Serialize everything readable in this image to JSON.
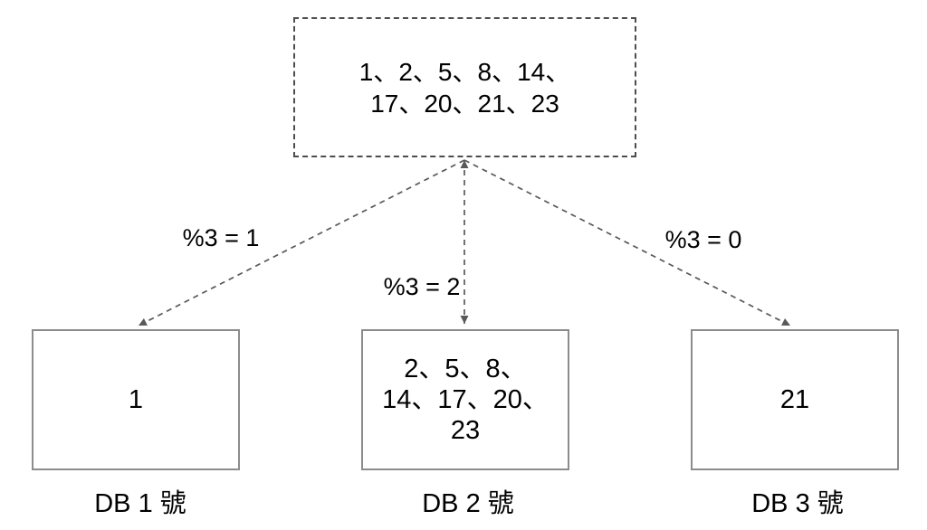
{
  "diagram": {
    "source_box": {
      "lines": [
        "1、2、5、8、14、",
        "17、20、21、23"
      ]
    },
    "edges": [
      {
        "label": "%3 = 1",
        "target": "DB 1"
      },
      {
        "label": "%3 = 2",
        "target": "DB 2"
      },
      {
        "label": "%3 = 0",
        "target": "DB 3"
      }
    ],
    "db_boxes": [
      {
        "content_lines": [
          "1"
        ],
        "caption": "DB 1 號"
      },
      {
        "content_lines": [
          "2、5、8、",
          "14、17、20、",
          "23"
        ],
        "caption": "DB 2 號"
      },
      {
        "content_lines": [
          "21"
        ],
        "caption": "DB 3 號"
      }
    ],
    "colors": {
      "background": "#ffffff",
      "line": "#595959",
      "dashed_border": "#4d4d4d",
      "solid_border": "#8c8c8c",
      "text": "#000000"
    }
  }
}
